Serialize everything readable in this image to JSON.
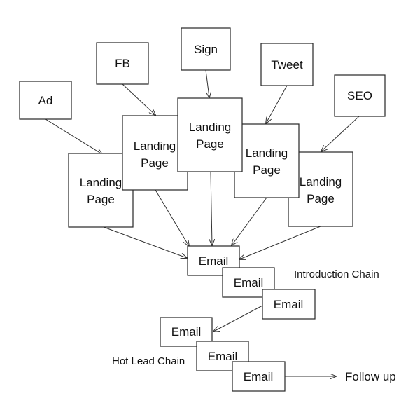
{
  "diagram": {
    "sources": {
      "ad": "Ad",
      "fb": "FB",
      "sign": "Sign",
      "tweet": "Tweet",
      "seo": "SEO"
    },
    "landing_pages": [
      [
        "Landing",
        "Page"
      ],
      [
        "Landing",
        "Page"
      ],
      [
        "Landing",
        "Page"
      ],
      [
        "Landing",
        "Page"
      ],
      [
        "Landing",
        "Page"
      ]
    ],
    "introduction_chain": {
      "label": "Introduction Chain",
      "emails": [
        "Email",
        "Email",
        "Email"
      ]
    },
    "hot_lead_chain": {
      "label": "Hot Lead Chain",
      "emails": [
        "Email",
        "Email",
        "Email"
      ]
    },
    "follow_up": "Follow up",
    "colors": {
      "stroke": "#262626",
      "text": "#111111",
      "background": "#ffffff"
    }
  }
}
